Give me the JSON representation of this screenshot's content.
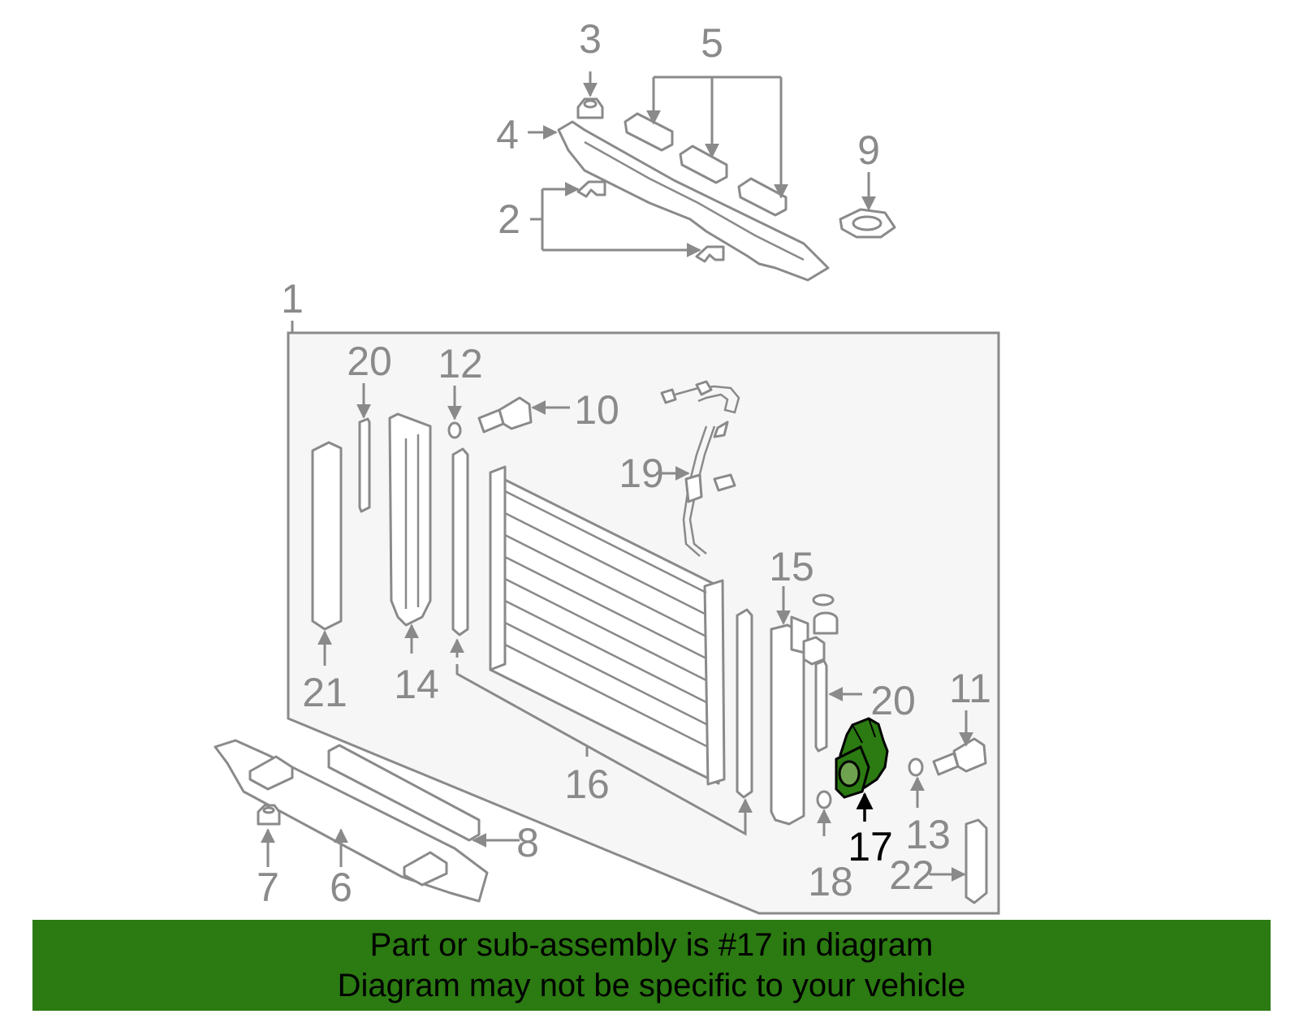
{
  "labels": {
    "n1": "1",
    "n2": "2",
    "n3": "3",
    "n4": "4",
    "n5": "5",
    "n6": "6",
    "n7": "7",
    "n8": "8",
    "n9": "9",
    "n10": "10",
    "n11": "11",
    "n12": "12",
    "n13": "13",
    "n14": "14",
    "n15": "15",
    "n16": "16",
    "n17": "17",
    "n18": "18",
    "n19": "19",
    "n20a": "20",
    "n20b": "20",
    "n21": "21",
    "n22": "22"
  },
  "highlight": {
    "part": "17",
    "color": "#2b7a12"
  },
  "banner": {
    "line1": "Part or sub-assembly is #17 in diagram",
    "line2": "Diagram may not be specific to your vehicle",
    "background": "#2b7a12"
  }
}
